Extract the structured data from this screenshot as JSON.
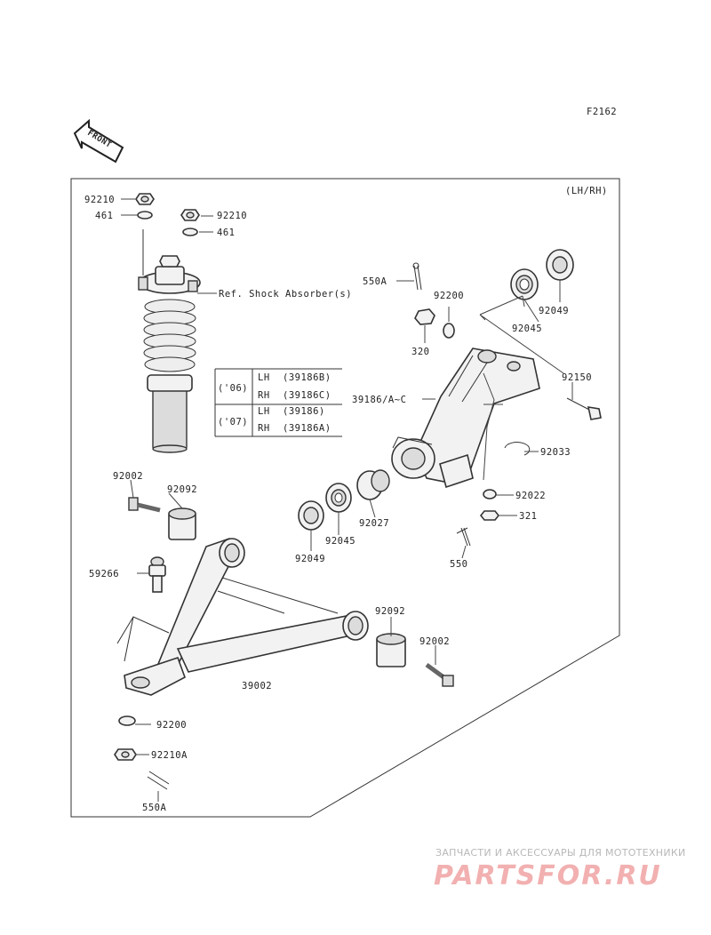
{
  "figure_code": "F2162",
  "front_marker": "FRONT",
  "variant": "(LH/RH)",
  "reference_note": "Ref. Shock Absorber(s)",
  "parts": [
    "92210",
    "461",
    "92210",
    "461",
    "550A",
    "92200",
    "320",
    "92049",
    "92045",
    "92150",
    "39186/A~C",
    "92033",
    "92022",
    "321",
    "92027",
    "92045",
    "92049",
    "550",
    "92002",
    "92092",
    "59266",
    "92092",
    "92002",
    "39002",
    "92200",
    "92210A",
    "550A"
  ],
  "variant_table": {
    "rows": [
      {
        "year": "('06)",
        "side": "LH",
        "code": "(39186B)"
      },
      {
        "year": "",
        "side": "RH",
        "code": "(39186C)"
      },
      {
        "year": "('07)",
        "side": "LH",
        "code": "(39186)"
      },
      {
        "year": "",
        "side": "RH",
        "code": "(39186A)"
      }
    ]
  },
  "watermark": {
    "tagline": "ЗАПЧАСТИ И АКСЕССУАРЫ ДЛЯ МОТОТЕХНИКИ",
    "logo_text": "PARTSFOR.RU"
  }
}
